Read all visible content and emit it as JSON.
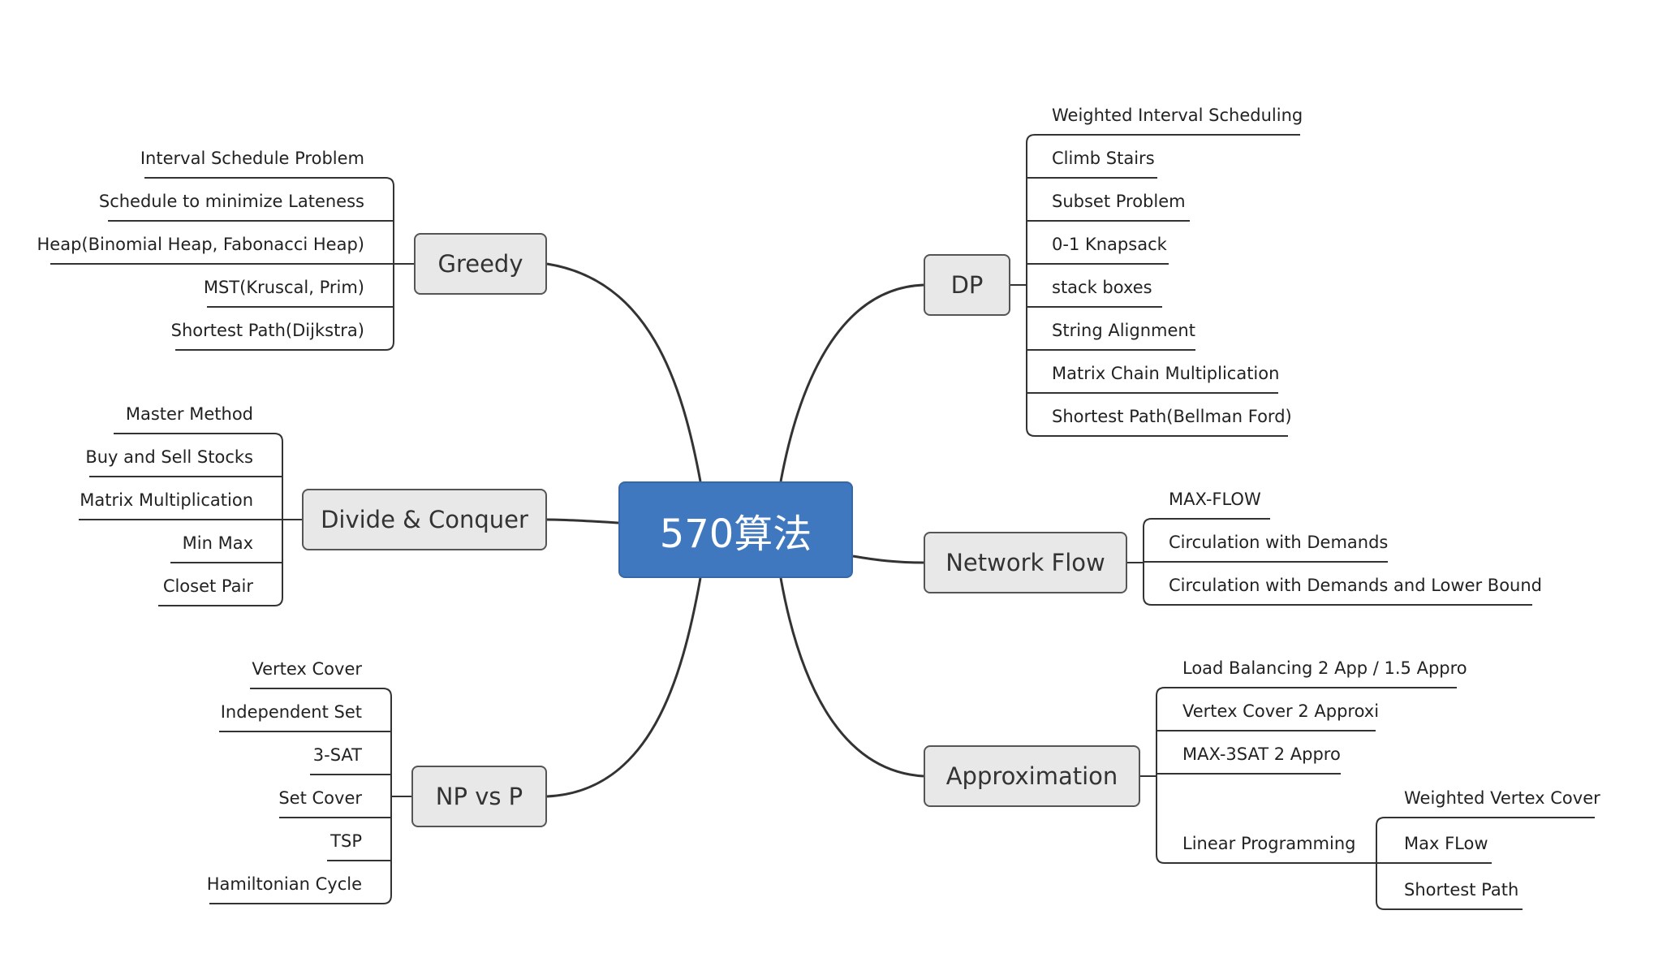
{
  "colors": {
    "center_fill": "#3f78bf",
    "center_text": "#ffffff",
    "topic_fill": "#e8e8e8",
    "topic_border": "#555555",
    "line": "#333333",
    "text": "#222222"
  },
  "mindmap": {
    "center": "570算法",
    "branches": [
      {
        "topic": "Greedy",
        "children": [
          {
            "label": "Interval Schedule Problem"
          },
          {
            "label": "Schedule to minimize Lateness"
          },
          {
            "label": "Heap(Binomial Heap, Fabonacci Heap)"
          },
          {
            "label": "MST(Kruscal, Prim)"
          },
          {
            "label": "Shortest Path(Dijkstra)"
          }
        ]
      },
      {
        "topic": "Divide & Conquer",
        "children": [
          {
            "label": "Master Method"
          },
          {
            "label": "Buy and Sell Stocks"
          },
          {
            "label": "Matrix Multiplication"
          },
          {
            "label": "Min Max"
          },
          {
            "label": "Closet Pair"
          }
        ]
      },
      {
        "topic": "NP vs P",
        "children": [
          {
            "label": "Vertex Cover"
          },
          {
            "label": "Independent Set"
          },
          {
            "label": "3-SAT"
          },
          {
            "label": "Set Cover"
          },
          {
            "label": "TSP"
          },
          {
            "label": "Hamiltonian Cycle"
          }
        ]
      },
      {
        "topic": "DP",
        "children": [
          {
            "label": "Weighted Interval Scheduling"
          },
          {
            "label": "Climb Stairs"
          },
          {
            "label": "Subset Problem"
          },
          {
            "label": "0-1 Knapsack"
          },
          {
            "label": "stack boxes"
          },
          {
            "label": "String Alignment"
          },
          {
            "label": "Matrix Chain Multiplication"
          },
          {
            "label": "Shortest Path(Bellman Ford)"
          }
        ]
      },
      {
        "topic": "Network Flow",
        "children": [
          {
            "label": "MAX-FLOW"
          },
          {
            "label": "Circulation with Demands"
          },
          {
            "label": "Circulation with Demands and Lower Bound"
          }
        ]
      },
      {
        "topic": "Approximation",
        "children": [
          {
            "label": "Load Balancing 2 App / 1.5 Appro"
          },
          {
            "label": "Vertex Cover 2 Approxi"
          },
          {
            "label": "MAX-3SAT 2 Appro"
          },
          {
            "label": "Linear Programming",
            "children": [
              {
                "label": "Weighted Vertex Cover"
              },
              {
                "label": "Max FLow"
              },
              {
                "label": "Shortest Path"
              }
            ]
          }
        ]
      }
    ]
  }
}
